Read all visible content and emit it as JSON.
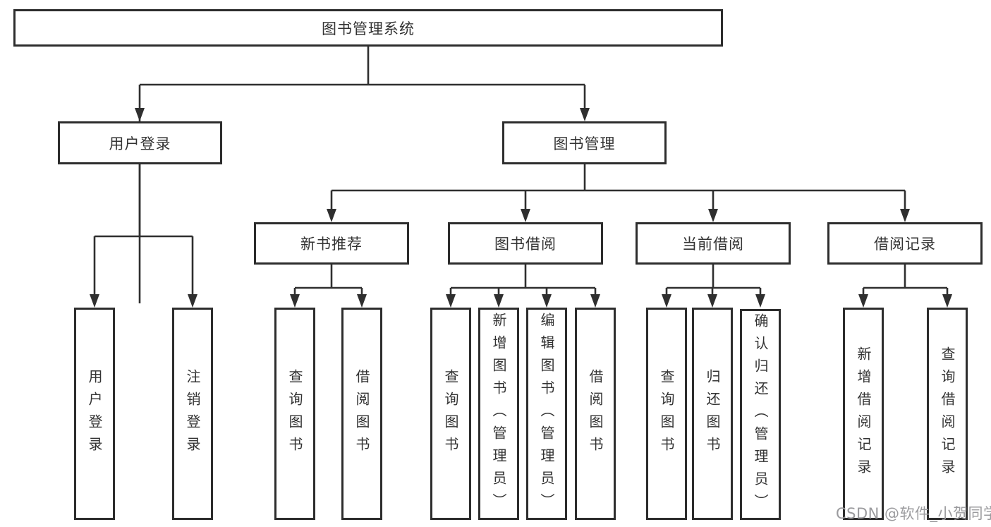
{
  "diagram": {
    "root": {
      "label": "图书管理系统"
    },
    "level2": [
      {
        "label": "用户登录"
      },
      {
        "label": "图书管理"
      }
    ],
    "level3": [
      {
        "label": "新书推荐",
        "parent": "图书管理"
      },
      {
        "label": "图书借阅",
        "parent": "图书管理"
      },
      {
        "label": "当前借阅",
        "parent": "图书管理"
      },
      {
        "label": "借阅记录",
        "parent": "图书管理"
      }
    ],
    "leaves": [
      {
        "label": "用户登录",
        "parent": "用户登录"
      },
      {
        "label": "注销登录",
        "parent": "用户登录"
      },
      {
        "label": "查询图书",
        "parent": "新书推荐"
      },
      {
        "label": "借阅图书",
        "parent": "新书推荐"
      },
      {
        "label": "查询图书",
        "parent": "图书借阅"
      },
      {
        "label": "新增图书（管理员）",
        "parent": "图书借阅"
      },
      {
        "label": "编辑图书（管理员）",
        "parent": "图书借阅"
      },
      {
        "label": "借阅图书",
        "parent": "图书借阅"
      },
      {
        "label": "查询图书",
        "parent": "当前借阅"
      },
      {
        "label": "归还图书",
        "parent": "当前借阅"
      },
      {
        "label": "确认归还（管理员）",
        "parent": "当前借阅"
      },
      {
        "label": "新增借阅记录",
        "parent": "借阅记录"
      },
      {
        "label": "查询借阅记录",
        "parent": "借阅记录"
      }
    ]
  },
  "watermark": {
    "text": "CSDN @软件_小贺同学",
    "color": "#9b9b9e"
  },
  "colors": {
    "background": "#ffffff",
    "box_border": "#2d2d2d",
    "connector": "#2f2f2f",
    "text": "#333333"
  }
}
